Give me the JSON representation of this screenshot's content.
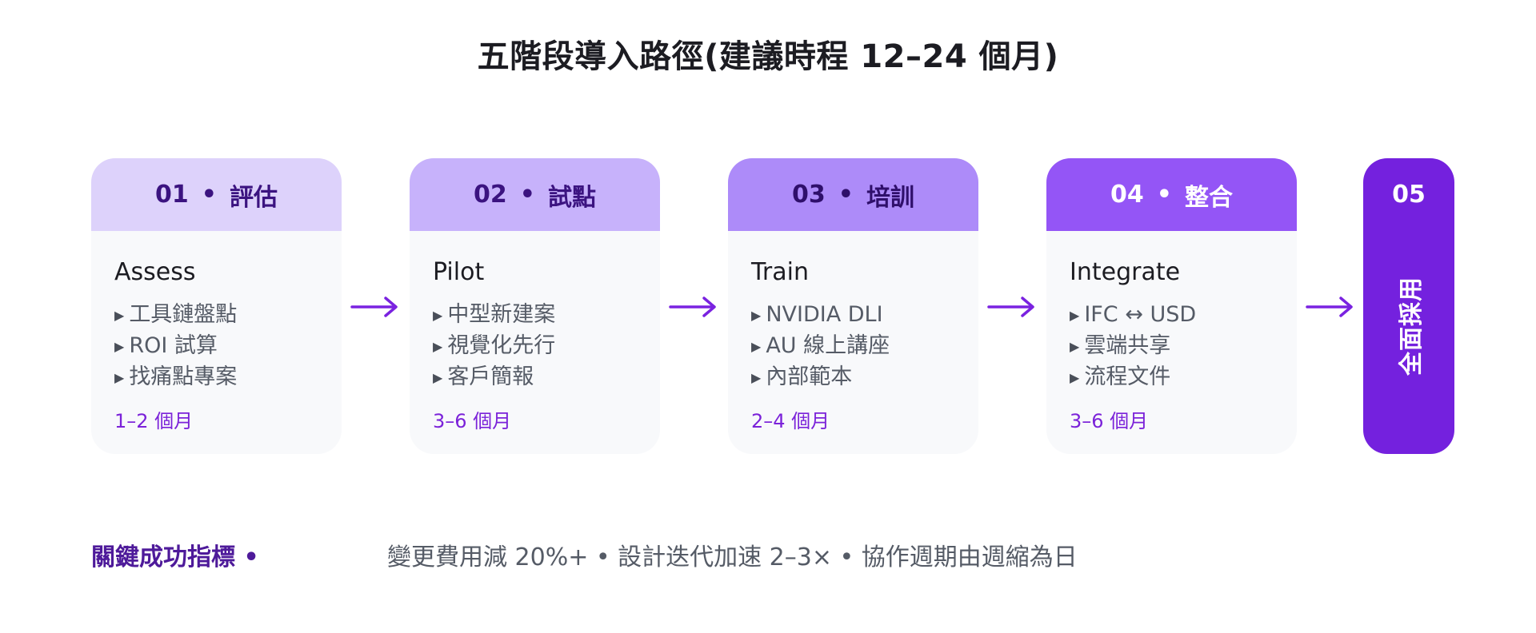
{
  "title": "五階段導入路徑(建議時程 12–24 個月)",
  "separator": "•",
  "bullet": "▶",
  "stages": [
    {
      "num": "01",
      "name": "評估",
      "en": "Assess",
      "items": [
        "工具鏈盤點",
        "ROI 試算",
        "找痛點專案"
      ],
      "duration": "1–2 個月",
      "header_color": "#ddd2fb",
      "header_text_color": "#3b1380"
    },
    {
      "num": "02",
      "name": "試點",
      "en": "Pilot",
      "items": [
        "中型新建案",
        "視覺化先行",
        "客戶簡報"
      ],
      "duration": "3–6 個月",
      "header_color": "#c7b2fb",
      "header_text_color": "#3b1380"
    },
    {
      "num": "03",
      "name": "培訓",
      "en": "Train",
      "items": [
        "NVIDIA DLI",
        "AU 線上講座",
        "內部範本"
      ],
      "duration": "2–4 個月",
      "header_color": "#ad8bf9",
      "header_text_color": "#2f0f6b"
    },
    {
      "num": "04",
      "name": "整合",
      "en": "Integrate",
      "items": [
        "IFC ↔ USD",
        "雲端共享",
        "流程文件"
      ],
      "duration": "3–6 個月",
      "header_color": "#9455f6",
      "header_text_color": "#ffffff"
    }
  ],
  "final_stage": {
    "num": "05",
    "label": "全面採用",
    "color": "#7421de"
  },
  "kpi": {
    "label": "關鍵成功指標 •",
    "text": "變更費用減 20%+ • 設計迭代加速 2–3× • 協作週期由週縮為日"
  },
  "colors": {
    "arrow": "#7a22e0",
    "duration": "#7b22d9",
    "card_bg": "#f8f9fb",
    "kpi_label": "#4e1a9a"
  }
}
